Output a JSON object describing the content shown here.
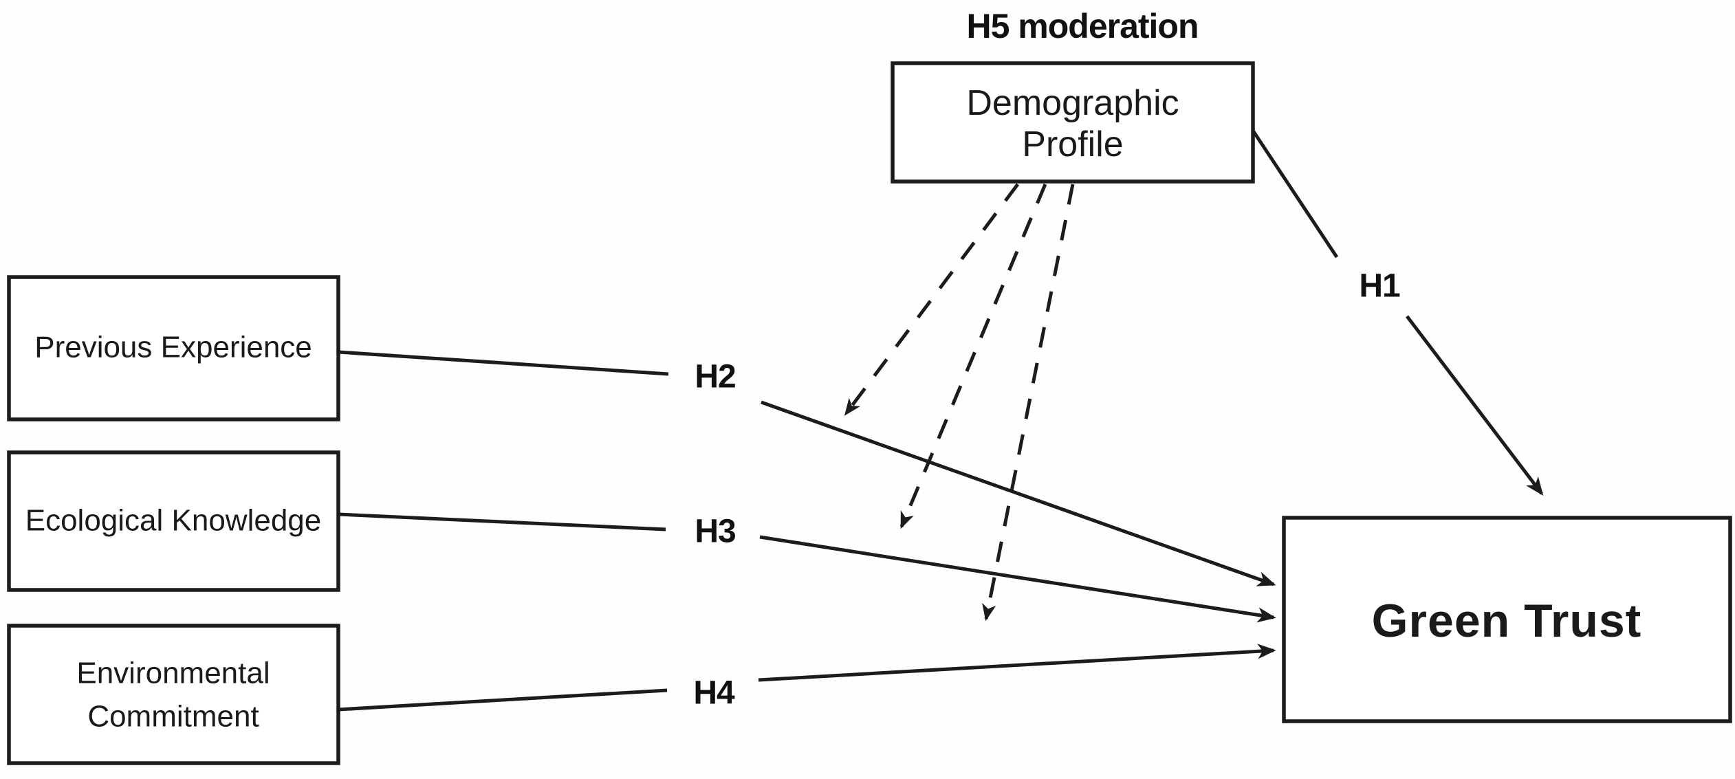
{
  "meta": {
    "background_color": "#ffffff",
    "ink_color": "#1c1c1c",
    "diagram_type": "hypothesis-model"
  },
  "diagram": {
    "nodes": {
      "previous_experience": {
        "label": "Previous Experience"
      },
      "ecological_knowledge": {
        "label": "Ecological Knowledge"
      },
      "environmental_commitment": {
        "lines": [
          "Environmental",
          "Commitment"
        ]
      },
      "demographic_profile": {
        "lines": [
          "Demographic",
          "Profile"
        ]
      },
      "green_trust": {
        "label": "Green Trust"
      }
    },
    "labels": {
      "h1": "H1",
      "h2": "H2",
      "h3": "H3",
      "h4": "H4",
      "h5_moderation": "H5 moderation"
    }
  }
}
